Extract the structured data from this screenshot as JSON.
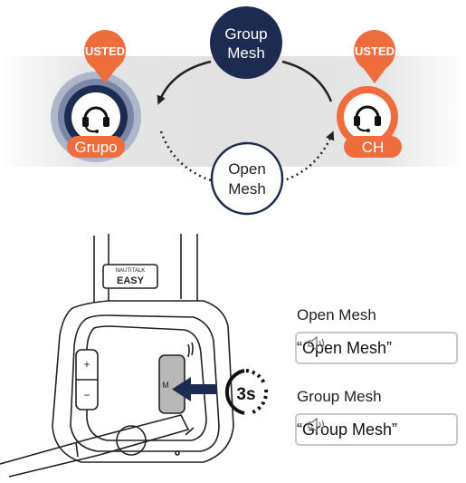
{
  "top_diagram": {
    "group_mesh_label_line1": "Group",
    "group_mesh_label_line2": "Mesh",
    "open_mesh_label_line1": "Open",
    "open_mesh_label_line2": "Mesh",
    "left_pin_text": "USTED",
    "right_pin_text": "USTED",
    "left_device_label": "Grupo",
    "right_device_label": "CH",
    "colors": {
      "orange": "#ef6d3c",
      "navy": "#1d2b50",
      "grey_band": "#e1e1e1"
    }
  },
  "headset": {
    "brand_top": "NAUTITALK",
    "brand_bottom": "EASY",
    "plus_key": "+",
    "minus_key": "−",
    "m_key": "M",
    "hold_time": "3s"
  },
  "voice_prompts": [
    {
      "mode": "Open Mesh",
      "prompt": "“Open Mesh”"
    },
    {
      "mode": "Group Mesh",
      "prompt": "“Group Mesh”"
    }
  ]
}
